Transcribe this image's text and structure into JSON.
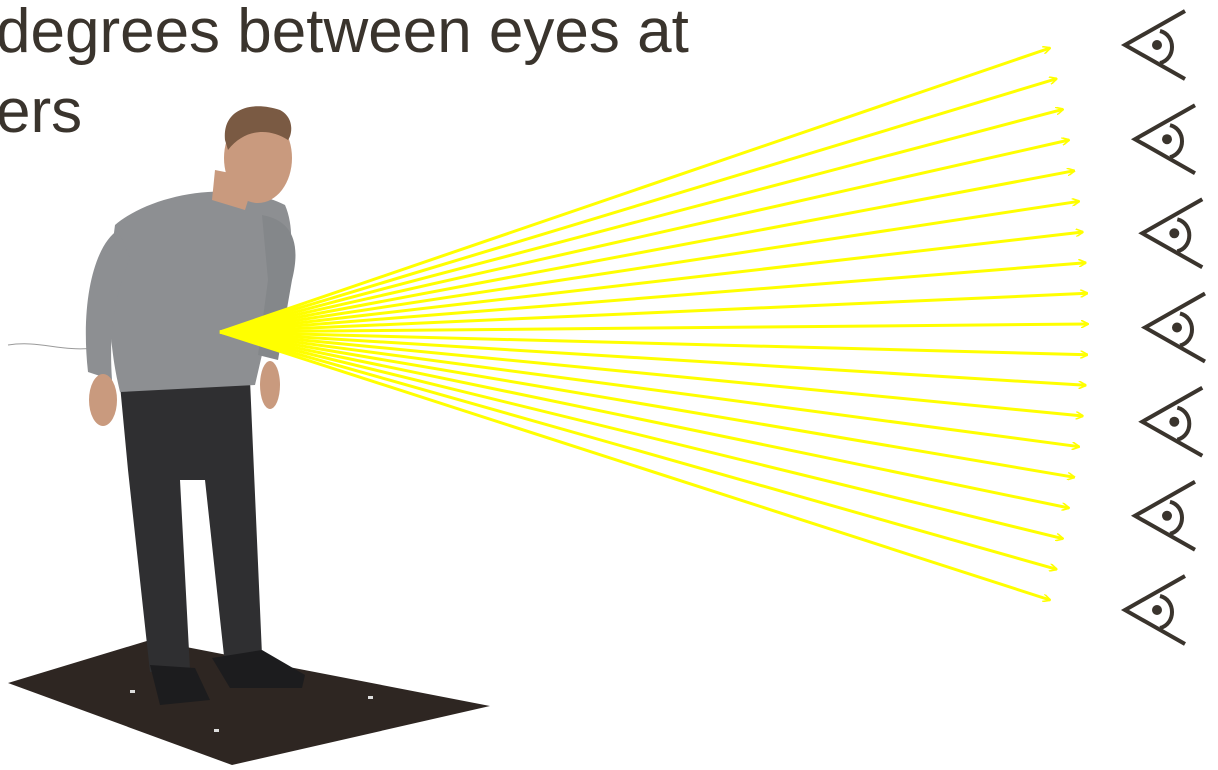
{
  "slide": {
    "title_lines": [
      "degrees between eyes at",
      "ers"
    ]
  },
  "colors": {
    "text": "#3a342d",
    "ray": "#ffff00",
    "ray_outline": "#d9c200",
    "eye": "#3a342d",
    "mat": "#2e2622",
    "shirt": "#8d8f92",
    "pants": "#2f2f31",
    "skin": "#c99a7e"
  },
  "icons": {
    "person": "person-leaning-figure",
    "viewer": "eye-icon",
    "ray": "arrow"
  },
  "diagram": {
    "ray_count": 19,
    "viewer_count": 7
  }
}
